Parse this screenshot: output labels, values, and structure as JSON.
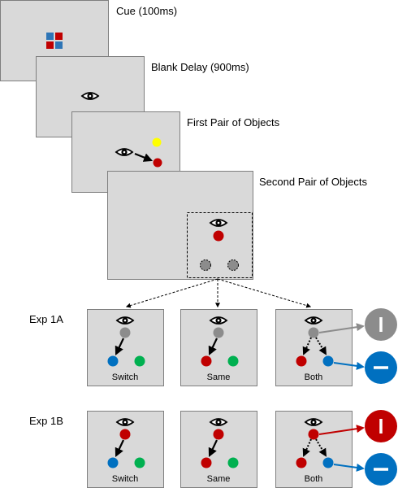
{
  "colors": {
    "panel_fill": "#d9d9d9",
    "panel_stroke": "#7f7f7f",
    "red": "#c00000",
    "blue": "#0070c0",
    "green": "#00b050",
    "gray": "#8c8c8c",
    "yellow": "#ffff00",
    "cue_blue": "#2e75b6"
  },
  "timeline": {
    "cue_label": "Cue (100ms)",
    "delay_label": "Blank Delay (900ms)",
    "first_pair_label": "First Pair of Objects",
    "second_pair_label": "Second Pair of Objects"
  },
  "experiments": [
    {
      "label": "Exp 1A",
      "fixation_color": "gray",
      "conditions": [
        {
          "label": "Switch",
          "target": "left",
          "left": "blue",
          "right": "green"
        },
        {
          "label": "Same",
          "target": "left",
          "left": "red",
          "right": "green"
        },
        {
          "label": "Both",
          "target": "both",
          "left": "red",
          "right": "blue"
        }
      ],
      "outcome_upper": {
        "symbol": "I",
        "color": "gray"
      },
      "outcome_lower": {
        "symbol": "–",
        "color": "blue"
      }
    },
    {
      "label": "Exp 1B",
      "fixation_color": "red",
      "conditions": [
        {
          "label": "Switch",
          "target": "left",
          "left": "blue",
          "right": "green"
        },
        {
          "label": "Same",
          "target": "left",
          "left": "red",
          "right": "green"
        },
        {
          "label": "Both",
          "target": "both",
          "left": "red",
          "right": "blue"
        }
      ],
      "outcome_upper": {
        "symbol": "I",
        "color": "red"
      },
      "outcome_lower": {
        "symbol": "–",
        "color": "blue"
      }
    }
  ]
}
